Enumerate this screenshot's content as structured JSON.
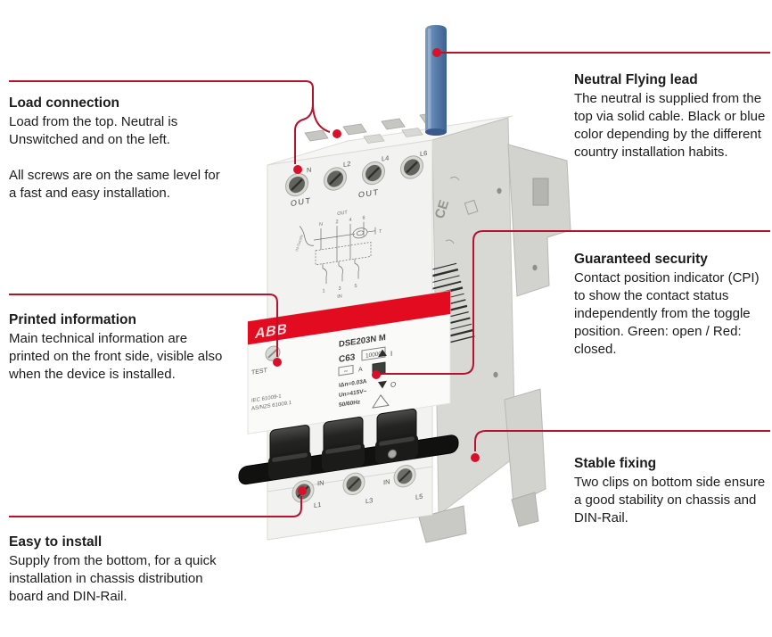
{
  "callouts": {
    "load_connection": {
      "title": "Load connection",
      "body": "Load from the top. Neutral is Unswitched and on the left.\n\nAll screws are on the same level for a fast and easy installation."
    },
    "printed_information": {
      "title": "Printed information",
      "body": "Main technical information are printed on the front side, visible also when the device is installed."
    },
    "easy_to_install": {
      "title": "Easy to install",
      "body": "Supply from the bottom, for a quick installation in chassis distribution board and DIN-Rail."
    },
    "neutral_flying_lead": {
      "title": "Neutral Flying lead",
      "body": "The neutral is supplied from the top via solid cable. Black or blue color depending by the different country installation habits."
    },
    "guaranteed_security": {
      "title": "Guaranteed security",
      "body": "Contact position indicator (CPI) to show the contact status independently from the toggle position. Green: open / Red: closed."
    },
    "stable_fixing": {
      "title": "Stable fixing",
      "body": "Two clips on bottom side ensure a good stability on chassis and DIN-Rail."
    }
  },
  "device": {
    "top_terminals": {
      "t1": "N",
      "t2": "L2",
      "t3": "L4",
      "t4": "L6"
    },
    "out_label_1": "OUT",
    "out_label_2": "OUT",
    "schematic": {
      "out": "OUT",
      "n": "N",
      "p2": "2",
      "p4": "4",
      "p6": "6",
      "supply": "IN-Supply",
      "t": "T",
      "b1": "1",
      "b3": "3",
      "b5": "5",
      "in": "IN"
    },
    "label": {
      "brand": "ABB",
      "model": "DSE203N M",
      "rating": "C63",
      "breaking_capacity": "10000",
      "wave_symbol": "~",
      "type": "A",
      "sensitivity": "IΔn=0.03A",
      "voltage": "Un=415V~",
      "frequency": "50/60Hz",
      "test": "TEST",
      "standard_1": "IEC 61009-1",
      "standard_2": "AS/NZS 61009.1",
      "on": "I",
      "off": "O"
    },
    "side": {
      "ce": "CE"
    },
    "bottom": {
      "in_1": "IN",
      "l1": "L1",
      "l3": "L3",
      "in_2": "IN",
      "l5": "L5"
    }
  },
  "colors": {
    "callout_line": "#b5122e",
    "callout_dot": "#d8102a",
    "abb_red": "#e30b20",
    "wire_blue": "#5b82ad"
  }
}
